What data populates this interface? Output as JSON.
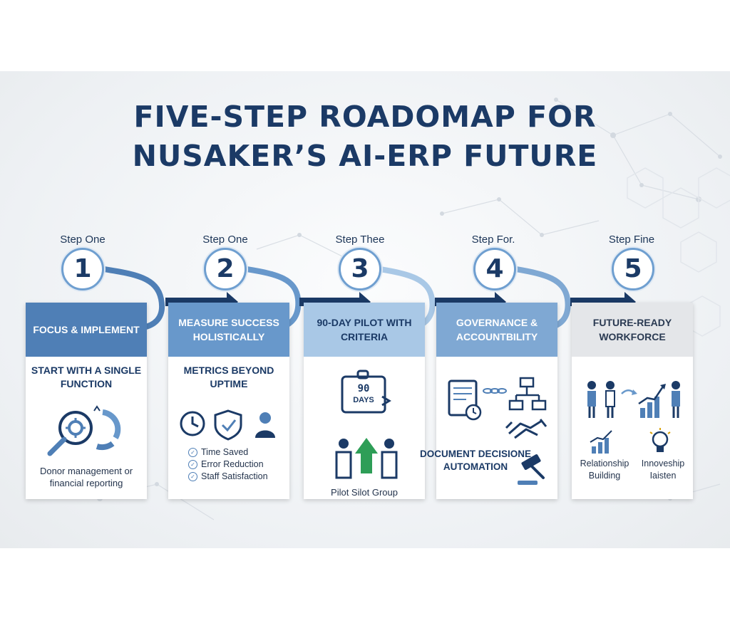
{
  "title": {
    "line1": "FIVE-STEP ROADOMAP FOR",
    "line2": "NUSAKER’S AI-ERP FUTURE"
  },
  "colors": {
    "navy": "#1b3a66",
    "blue_dark": "#4f7fb6",
    "blue_mid": "#6898cb",
    "blue_light": "#a9c8e6",
    "green": "#2e9e57"
  },
  "steps": [
    {
      "label": "Step One",
      "number": "1",
      "header": "FOCUS & IMPLEMENT",
      "subtitle": "START WITH A SINGLE FUNCTION",
      "text": "Donor management or financial reporting",
      "icons": [
        "magnifier-gear-icon",
        "circular-arrow-icon"
      ]
    },
    {
      "label": "Step One",
      "number": "2",
      "header": "MEASURE SUCCESS HOLISTICALLY",
      "subtitle": "METRICS BEYOND UPTIME",
      "checks": [
        "Time Saved",
        "Error Reduction",
        "Staff Satisfaction"
      ],
      "icons": [
        "clock-icon",
        "shield-check-icon",
        "staff-icon"
      ]
    },
    {
      "label": "Step Thee",
      "number": "3",
      "header": "90-DAY PILOT WITH CRITERIA",
      "calendar_number": "90",
      "calendar_unit": "DAYS",
      "text": "Pilot Silot Group",
      "icons": [
        "calendar-icon",
        "people-growth-icon"
      ]
    },
    {
      "label": "Step For.",
      "number": "4",
      "header": "GOVERNANCE & ACCOUNTBILITY",
      "subtitle": "DOCUMENT DECISIONE AUTOMATION",
      "icons": [
        "document-clock-icon",
        "org-chart-icon",
        "handshake-icon",
        "gavel-icon"
      ]
    },
    {
      "label": "Step Fine",
      "number": "5",
      "header": "FUTURE-READY WORKFORCE",
      "items": [
        "Relationship Building",
        "Innoveship Iaisten"
      ],
      "icons": [
        "team-growth-icon",
        "chart-icon",
        "lightbulb-icon"
      ]
    }
  ]
}
